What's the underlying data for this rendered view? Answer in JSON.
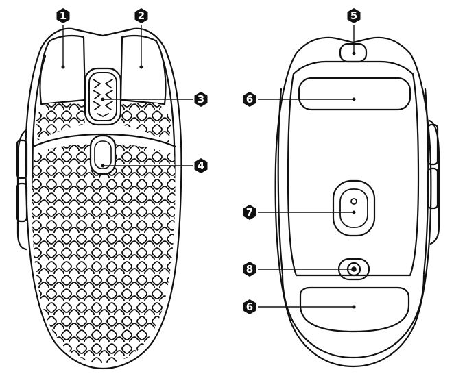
{
  "callouts": [
    {
      "id": "c1",
      "label": "1"
    },
    {
      "id": "c2",
      "label": "2"
    },
    {
      "id": "c3",
      "label": "3"
    },
    {
      "id": "c4",
      "label": "4"
    },
    {
      "id": "c5",
      "label": "5"
    },
    {
      "id": "c6a",
      "label": "6"
    },
    {
      "id": "c7",
      "label": "7"
    },
    {
      "id": "c8",
      "label": "8"
    },
    {
      "id": "c6b",
      "label": "6"
    }
  ],
  "colors": {
    "ink": "#111111",
    "paper": "#ffffff"
  }
}
